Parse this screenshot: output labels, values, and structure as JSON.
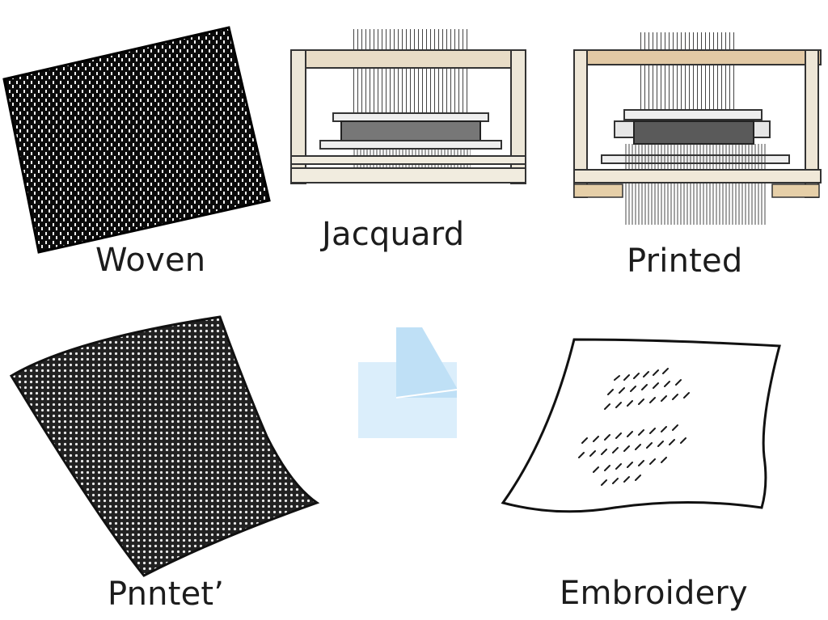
{
  "labels": {
    "woven": "Woven",
    "jacquard": "Jacquard",
    "printed": "Printed",
    "pnntet": "Pnntet’",
    "embroidery": "Embroidery"
  },
  "colors": {
    "ink": "#1c1c1c",
    "fabric_black": "#0a0a0a",
    "loom_frame_beige": "#e8dcc6",
    "loom_frame_tan": "#e2c9a5",
    "doc_blue_light": "#dbeefb",
    "doc_blue_mid": "#bfe0f6"
  }
}
